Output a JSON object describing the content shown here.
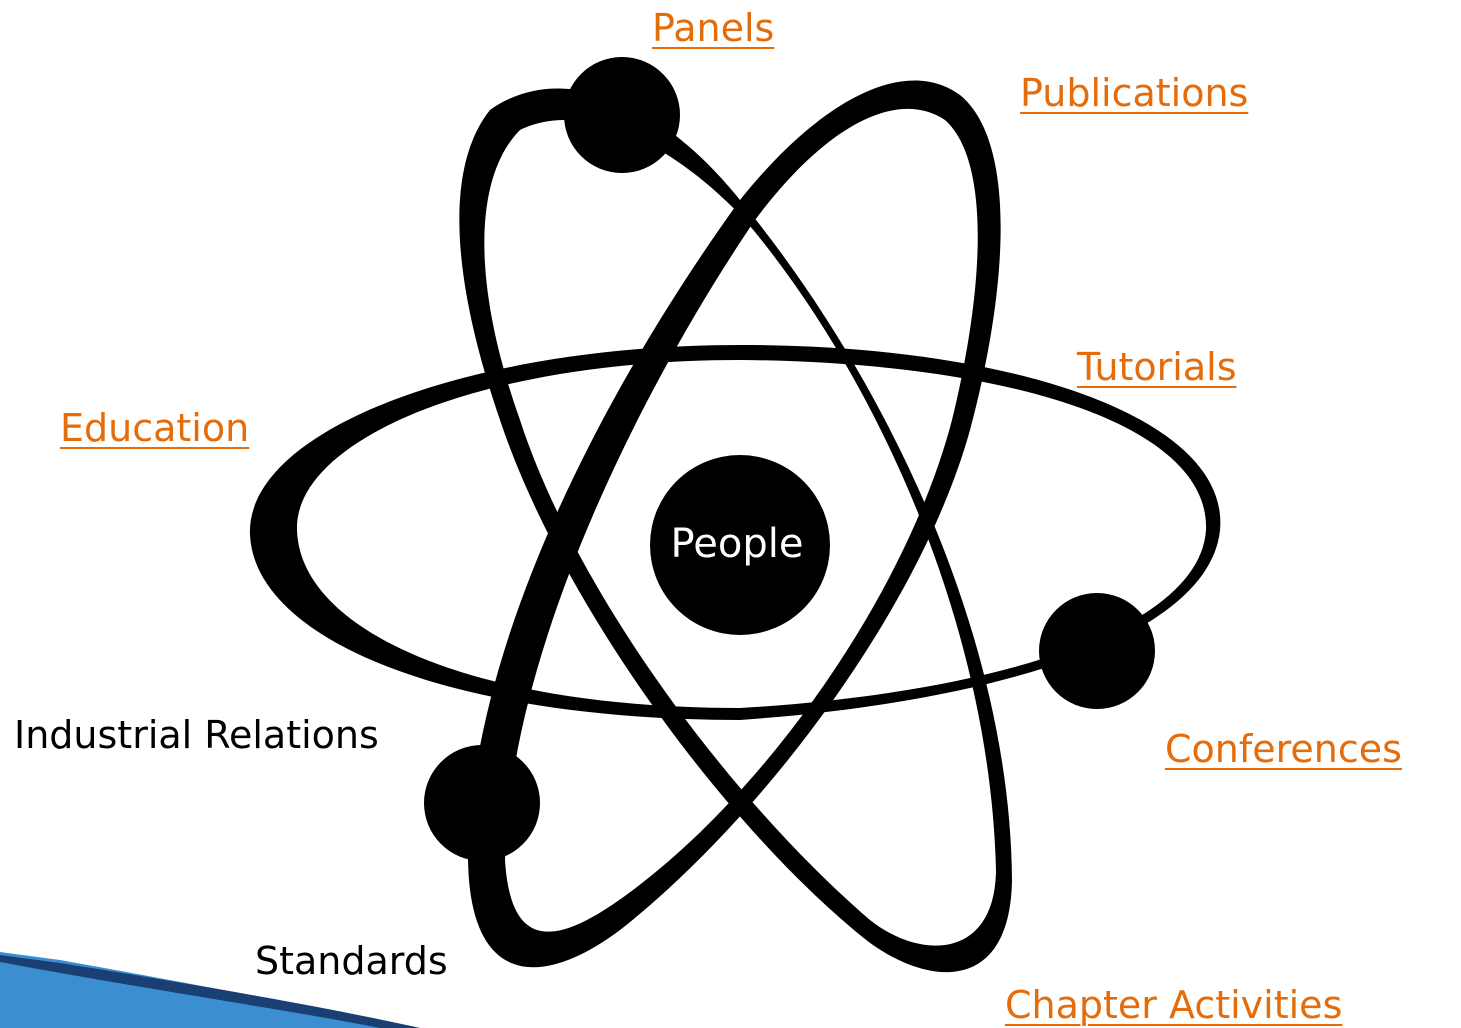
{
  "center": {
    "label": "People"
  },
  "links": {
    "panels": "Panels",
    "publications": "Publications",
    "tutorials": "Tutorials",
    "education": "Education",
    "conferences": "Conferences",
    "chapter_activities": "Chapter Activities"
  },
  "labels": {
    "industrial_relations": "Industrial Relations",
    "standards": "Standards"
  },
  "colors": {
    "link": "#e46c0a",
    "atom": "#000000",
    "accent_swoosh": "#3b8fd0"
  }
}
